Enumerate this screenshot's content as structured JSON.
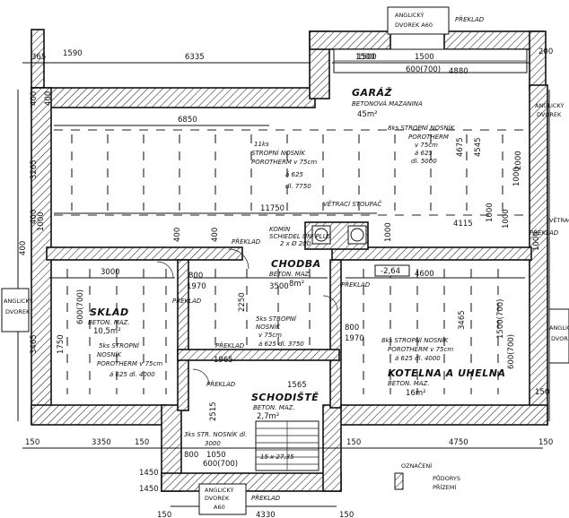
{
  "header": {
    "lintel_top": [
      "ANGLICKÝ",
      "DVOREK A60"
    ],
    "lintel_top_label": "PŘEKLAD",
    "lintel_bottom": [
      "ANGLICKÝ",
      "DVOREK",
      "A60"
    ],
    "lintel_bottom_label": "PŘEKLAD"
  },
  "rooms": {
    "garage": {
      "name": "GARÁŽ",
      "floor": "BETONOVÁ MAZANINA",
      "area": "45m²"
    },
    "corridor": {
      "name": "CHODBA",
      "floor": "BETON. MAZ.",
      "area": "8m²"
    },
    "storage": {
      "name": "SKLAD",
      "floor": "BETON. MAZ.",
      "area": "10,5m²"
    },
    "stairs": {
      "name": "SCHODIŠTĚ",
      "floor": "BETON. MAZ.",
      "area": "2,7m²"
    },
    "boiler": {
      "name": "KOTELNA A UHELNA",
      "floor": "BETON. MAZ.",
      "area": "16m²"
    }
  },
  "notes": {
    "joists_11": [
      "11ks",
      "STROPNÍ NOSNÍK",
      "POROTHERM v 75cm",
      "á 625",
      "dl. 7750"
    ],
    "joists_8_top": [
      "8ks STROPNÍ NOSNÍK",
      "POROTHERM",
      "v 75cm",
      "á 625",
      "dl. 5000"
    ],
    "joists_5_storage": [
      "5ks STROPNÍ",
      "NOSNÍK",
      "POROTHERM v 75cm",
      "á 625 dl. 4000"
    ],
    "joists_5_corridor": [
      "5ks STROPNÍ",
      "NOSNÍK",
      "v 75cm",
      "á 625 dl. 3750"
    ],
    "joists_8_boiler": [
      "8ks STROPNÍ NOSNÍK",
      "POROTHERM v 75cm",
      "á 625 dl. 4000"
    ],
    "joists_3_stairs": [
      "3ks STR. NOSNÍK dl.",
      "3000"
    ],
    "chimney": [
      "KOMÍN",
      "SCHIEDEL UNI PLUS",
      "2 x Ø 200"
    ],
    "vent": [
      "VĚTRACÍ STOUPAČ"
    ],
    "stairs_spec": "15 x 27,35",
    "level": "-2,64",
    "lintel": "PŘEKLAD",
    "courtyard_left": [
      "ANGLICKÝ",
      "DVOREK"
    ],
    "courtyard_right": [
      "ANGLICKÝ",
      "DVOREK"
    ],
    "vent_right": [
      "VĚTRACÍ"
    ],
    "courtyard_upper_right": [
      "ANGLICKÝ",
      "DVOREK"
    ],
    "legend": [
      "OZNAČENÍ",
      "PŮDORYS",
      "PŘÍZEMÍ"
    ],
    "lintel_marks": [
      "PŘEKLAD",
      "PŘEKLAD",
      "PŘEKLAD",
      "PŘEKLAD",
      "PŘEKLAD",
      "PŘEKLAD"
    ]
  },
  "dims": {
    "top_row": [
      "365",
      "1590",
      "6335",
      "1500",
      "1500",
      "4880",
      "600(700)",
      "200"
    ],
    "bottom_row": [
      "150",
      "3350",
      "150",
      "1450",
      "4750",
      "150",
      "150"
    ],
    "bottom_small": [
      "1450",
      "4330",
      "150",
      "150"
    ],
    "left_col": [
      "400",
      "3265",
      "400",
      "3465",
      "400"
    ],
    "garage_w": "6850",
    "garage_inner": "11750",
    "right_4115": "4115",
    "right_col": [
      "4675",
      "4545",
      "3465",
      "2000",
      "1000"
    ],
    "storage": [
      "3000",
      "1750",
      "600(700)"
    ],
    "corridor": [
      "3500",
      "2250",
      "800",
      "1970",
      "1970",
      "800"
    ],
    "boiler": [
      "4600",
      "1500(700)",
      "600(700)"
    ],
    "stairs": [
      "1965",
      "1565",
      "2515",
      "600(700)",
      "1050",
      "800"
    ],
    "misc": [
      "400",
      "150",
      "400",
      "1000",
      "1500",
      "1000",
      "1000",
      "1000",
      "1000",
      "400"
    ]
  }
}
